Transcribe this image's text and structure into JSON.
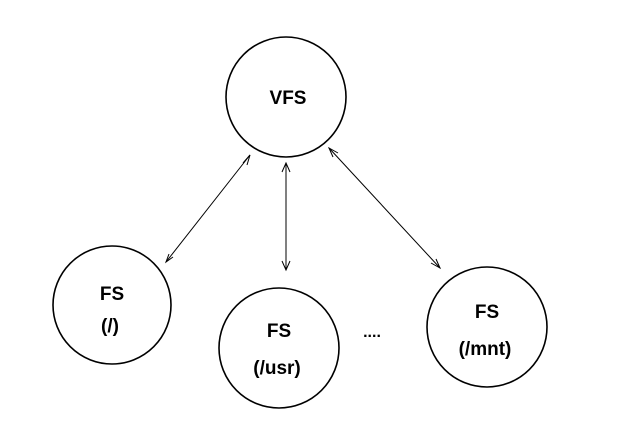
{
  "nodes": {
    "vfs": {
      "lines": [
        "VFS"
      ]
    },
    "root": {
      "lines": [
        "FS",
        "(/)"
      ]
    },
    "usr": {
      "lines": [
        "FS",
        "(/usr)"
      ]
    },
    "mnt": {
      "lines": [
        "FS",
        "(/mnt)"
      ]
    }
  },
  "ellipsis": "....",
  "edges": [
    {
      "from": "vfs",
      "to": "root",
      "bidirectional": true
    },
    {
      "from": "vfs",
      "to": "usr",
      "bidirectional": true
    },
    {
      "from": "vfs",
      "to": "mnt",
      "bidirectional": true
    }
  ]
}
